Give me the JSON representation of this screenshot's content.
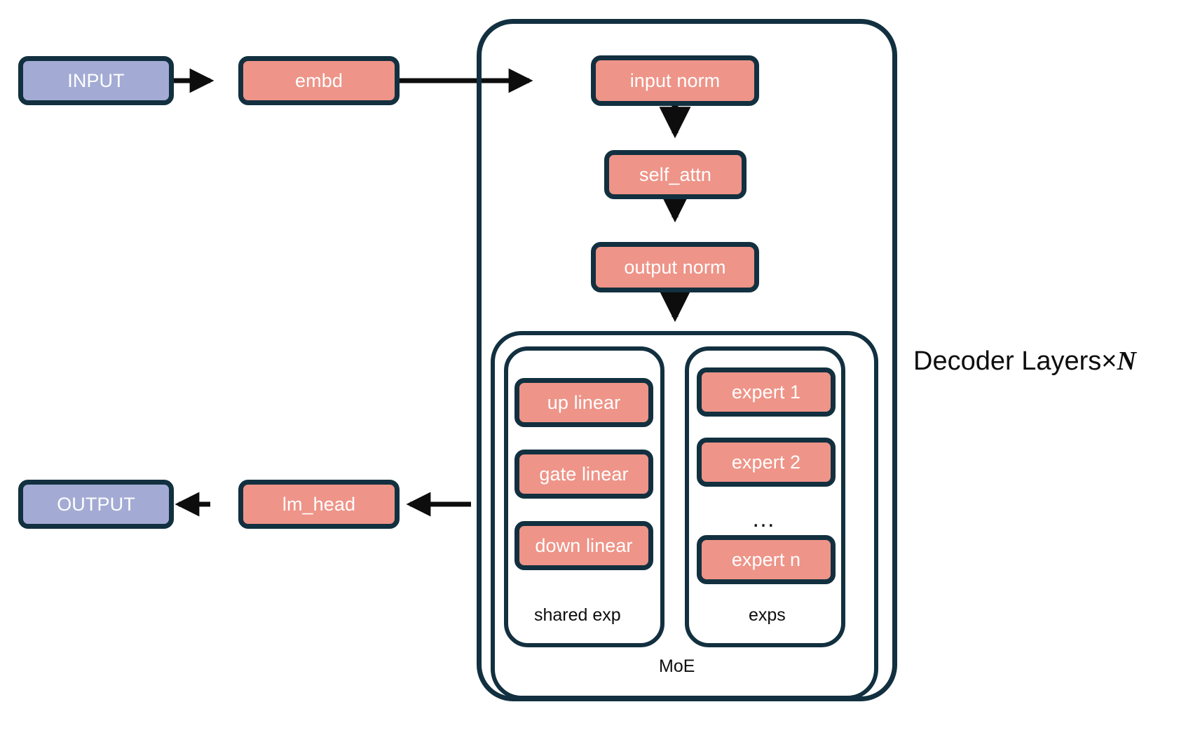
{
  "diagram": {
    "title_label": "Decoder Layers×",
    "title_var": "N",
    "colors": {
      "salmon": "#ee9488",
      "periwinkle": "#a3abd4",
      "outline": "#12303f",
      "text_on_node": "#ffffff",
      "text_plain": "#0d0d0d",
      "background": "#ffffff"
    },
    "nodes": {
      "input": "INPUT",
      "embd": "embd",
      "input_norm": "input norm",
      "self_attn": "self_attn",
      "output_norm": "output norm",
      "up_linear": "up linear",
      "gate_linear": "gate linear",
      "down_linear": "down linear",
      "expert_1": "expert 1",
      "expert_2": "expert 2",
      "expert_ellipsis": "…",
      "expert_n": "expert n",
      "lm_head": "lm_head",
      "output": "OUTPUT"
    },
    "captions": {
      "shared_exp": "shared exp",
      "exps": "exps",
      "moe": "MoE"
    }
  }
}
